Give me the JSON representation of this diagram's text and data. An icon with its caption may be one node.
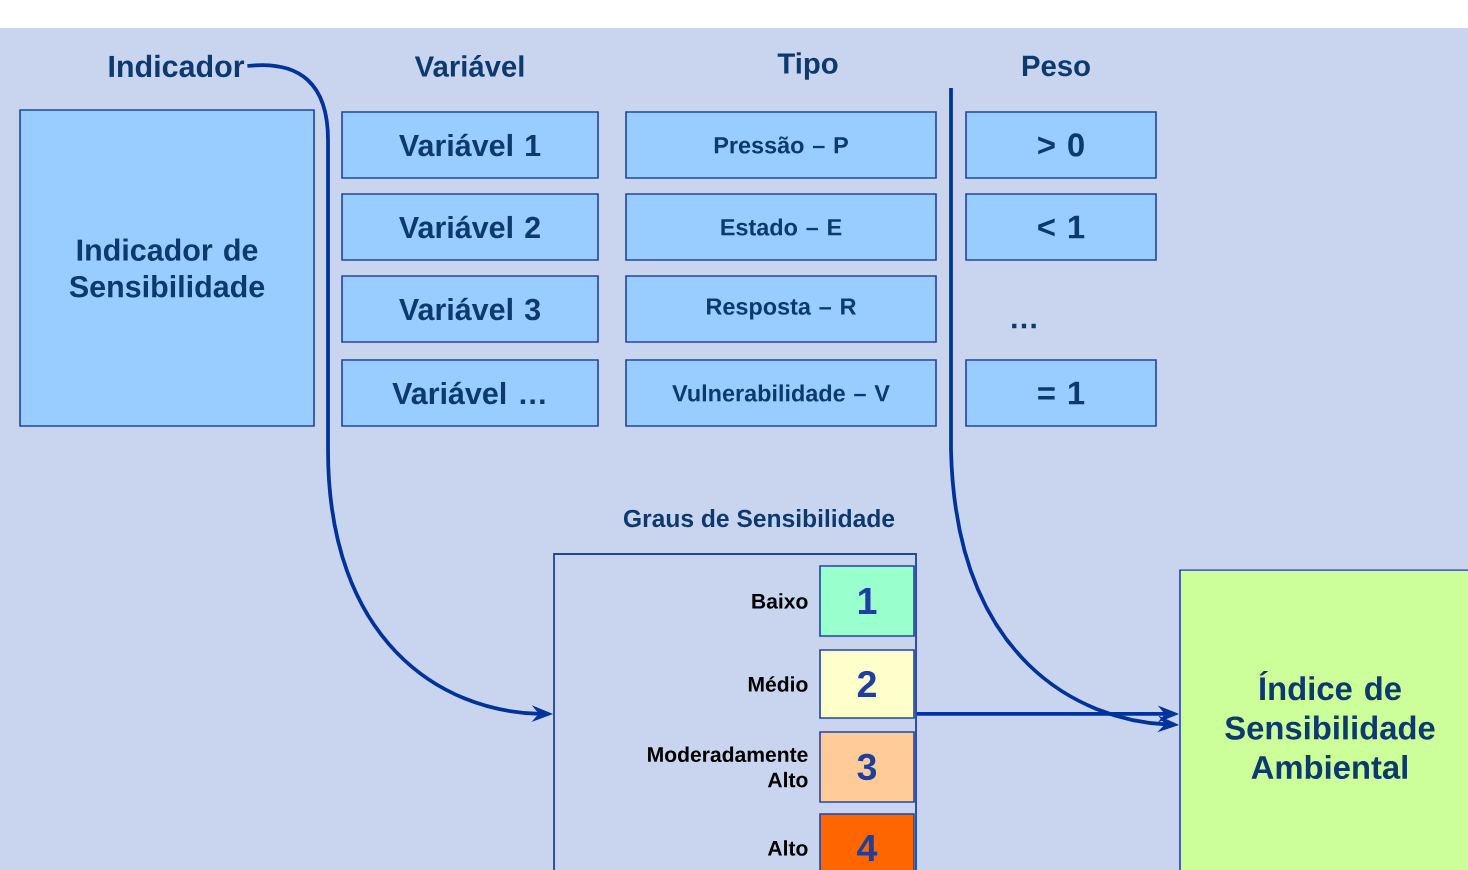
{
  "diagram": {
    "nodes": [
      {
        "text": [
          "Indicador"
        ]
      },
      {
        "text": [
          "Indicador de Sensibilidade"
        ]
      },
      {
        "text": [
          "Variável 1"
        ]
      },
      {
        "text": [
          "Variável 2"
        ]
      },
      {
        "text": [
          "Variável 3"
        ]
      },
      {
        "text": [
          "Variável …"
        ]
      },
      {
        "text": [
          "Pressão – P"
        ]
      },
      {
        "text": [
          "Estado – E"
        ]
      },
      {
        "text": [
          "Resposta – R"
        ]
      },
      {
        "text": [
          "Vulnerabilidade – V"
        ]
      },
      {
        "text": [
          "> 0"
        ]
      },
      {
        "text": [
          "< 1"
        ]
      },
      {
        "text": [
          "= 1"
        ]
      },
      {
        "text": [
          "Graus de Sensibilidade"
        ]
      },
      {
        "text": [
          "1"
        ],
        "in": 13,
        "beside": [
          "Baixo"
        ]
      },
      {
        "text": [
          "2"
        ],
        "in": 13,
        "beside": [
          "Médio"
        ]
      },
      {
        "text": [
          "3"
        ],
        "in": 13,
        "beside": [
          "Moderadamente Alto"
        ]
      },
      {
        "text": [
          "4"
        ],
        "in": 13,
        "beside": [
          "Alto"
        ]
      },
      {
        "text": [
          "Índice de Sensibilidade Ambiental"
        ]
      }
    ],
    "edges": [
      {
        "from": 0,
        "to": 13,
        "arrow": "to"
      },
      {
        "from": null,
        "to": 18,
        "arrow": "to"
      },
      {
        "from": 13,
        "to": 18,
        "arrow": "to"
      }
    ],
    "labels": [
      "Variável",
      "Tipo",
      "Peso",
      "…"
    ]
  }
}
